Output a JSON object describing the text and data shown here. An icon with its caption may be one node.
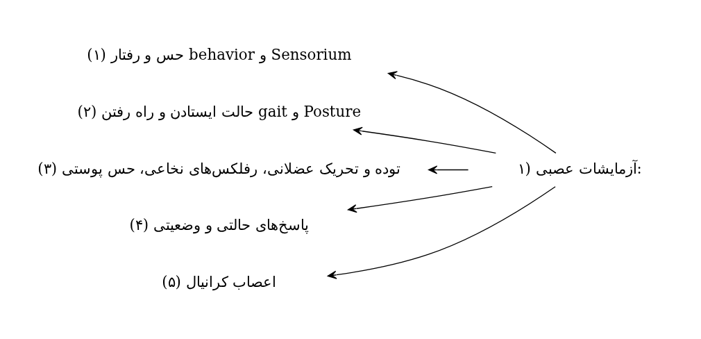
{
  "diagram": {
    "nodes": [
      {
        "text": [
          "۱) آزمایشات عصبی:"
        ]
      },
      {
        "text": [
          "(۱) حس و رفتار behavior و Sensorium"
        ]
      },
      {
        "text": [
          "(۲) حالت ایستادن و راه رفتن gait و Posture"
        ]
      },
      {
        "text": [
          "(۳) توده و تحریک عضلانی، رفلکس‌های نخاعی، حس پوستی"
        ]
      },
      {
        "text": [
          "(۴) پاسخ‌های حالتی و وضعیتی"
        ]
      },
      {
        "text": [
          "(۵) اعصاب کرانیال"
        ]
      }
    ],
    "edges": [
      {
        "from": 0,
        "to": 1,
        "arrow": "to"
      },
      {
        "from": 0,
        "to": 2,
        "arrow": "to"
      },
      {
        "from": 0,
        "to": 3,
        "arrow": "to"
      },
      {
        "from": 0,
        "to": 4,
        "arrow": "to"
      },
      {
        "from": 0,
        "to": 5,
        "arrow": "to"
      }
    ]
  }
}
